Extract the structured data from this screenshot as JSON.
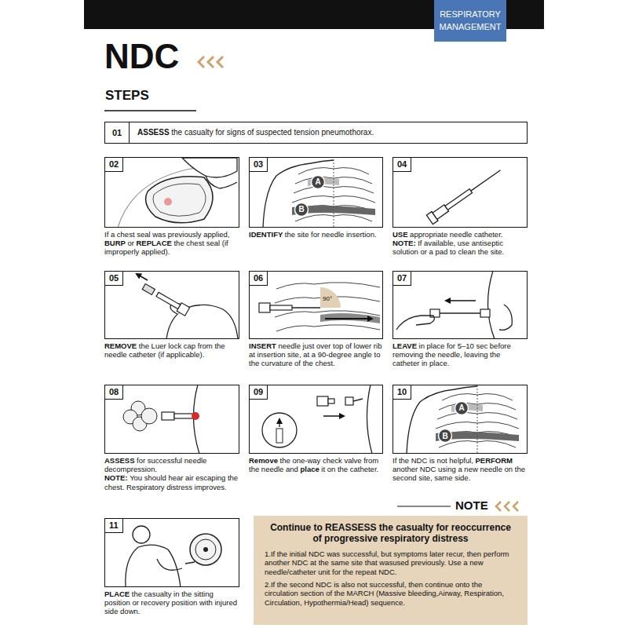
{
  "diagram": {
    "title": "NDC",
    "nodes": [
      {
        "text": [
          "RESPIRATORY MANAGEMENT"
        ]
      },
      {
        "text": [
          "01",
          "ASSESS",
          "the casualty for signs of suspected tension pneumothorax."
        ]
      },
      {
        "text": [
          "02",
          "If a chest seal was previously applied,",
          "BURP",
          "or",
          "REPLACE",
          "the chest seal (if improperly applied)."
        ]
      },
      {
        "text": [
          "03",
          "IDENTIFY",
          "the site for needle insertion."
        ]
      },
      {
        "text": [
          "04",
          "USE",
          "appropriate needle catheter.",
          "NOTE:",
          "If available, use antiseptic solution or a pad to clean the site."
        ]
      },
      {
        "text": [
          "05",
          "REMOVE",
          "the Luer lock cap from the needle catheter (if applicable)."
        ]
      },
      {
        "text": [
          "06",
          "INSERT",
          "needle just over top of lower rib at insertion site, at a 90-degree angle to the curvature of the chest."
        ]
      },
      {
        "text": [
          "07",
          "LEAVE",
          "in place for 5–10 sec before removing the needle, leaving the catheter in place."
        ]
      },
      {
        "text": [
          "08",
          "ASSESS",
          "for successful needle decompression.",
          "NOTE:",
          "You should hear air escaping the chest. Respiratory distress improves."
        ]
      },
      {
        "text": [
          "09",
          "Remove",
          "the one-way check valve from the needle and",
          "place",
          "it on the catheter."
        ]
      },
      {
        "text": [
          "10",
          "If the NDC is not helpful,",
          "PERFORM",
          "another NDC using a new needle on the second site, same side."
        ]
      },
      {
        "text": [
          "11",
          "PLACE",
          "the casualty in the sitting position or recovery position with injured side down."
        ]
      },
      {
        "text": [
          "Continue to REASSESS the casualty for reoccurrence of progressive respiratory distress",
          "1.If the initial NDC was successful, but symptoms later recur, then perform another NDC at the same site that wasused previously. Use a new needle/catheter unit for the repeat NDC.",
          "2.If the second NDC is also not successful, then continue onto the circulation section of the MARCH (Massive bleeding,Airway, Respiration, Circulation, Hypothermia/Head) sequence."
        ]
      }
    ],
    "labels": [
      "STEPS",
      "A",
      "B",
      "90°",
      "A",
      "B",
      "NOTE"
    ]
  }
}
